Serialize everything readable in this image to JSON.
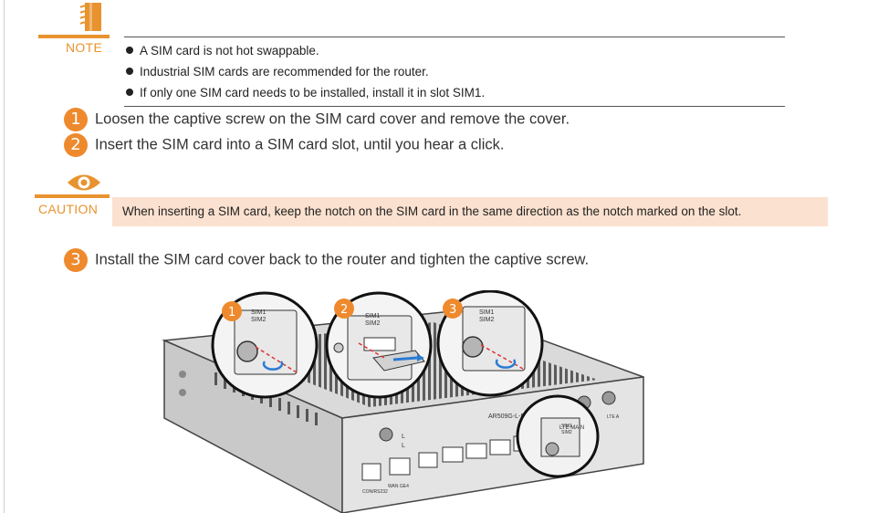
{
  "note": {
    "label": "NOTE",
    "icon": "note-icon",
    "bullets": [
      "A SIM card is not hot swappable.",
      "Industrial SIM cards are recommended for the router.",
      "If only one SIM card needs to be installed, install it in slot SIM1."
    ]
  },
  "steps": [
    {
      "num": "1",
      "text": "Loosen the captive screw on the SIM card cover and remove the cover."
    },
    {
      "num": "2",
      "text": "Insert the SIM card into a SIM card slot, until you hear a click."
    },
    {
      "num": "3",
      "text": "Install the SIM card cover back to the router and tighten the captive screw."
    }
  ],
  "caution": {
    "label": "CAUTION",
    "icon": "eye-icon",
    "text": "When inserting a SIM card, keep the notch on the SIM card in the same direction as the notch marked on the slot."
  },
  "figure": {
    "callouts": [
      "1",
      "2",
      "3"
    ],
    "slot_label_1": "SIM1",
    "slot_label_2": "SIM2",
    "model_label": "AR509G-L-D-H",
    "small_labels": [
      "L",
      "L",
      "WAN GE4",
      "CON/RS232",
      "LTE MAIN",
      "LTE A",
      "SIM1",
      "SIM2"
    ]
  },
  "colors": {
    "accent": "#e8932f",
    "step": "#ee8a2d",
    "caution_bg": "#fbe1cf"
  }
}
